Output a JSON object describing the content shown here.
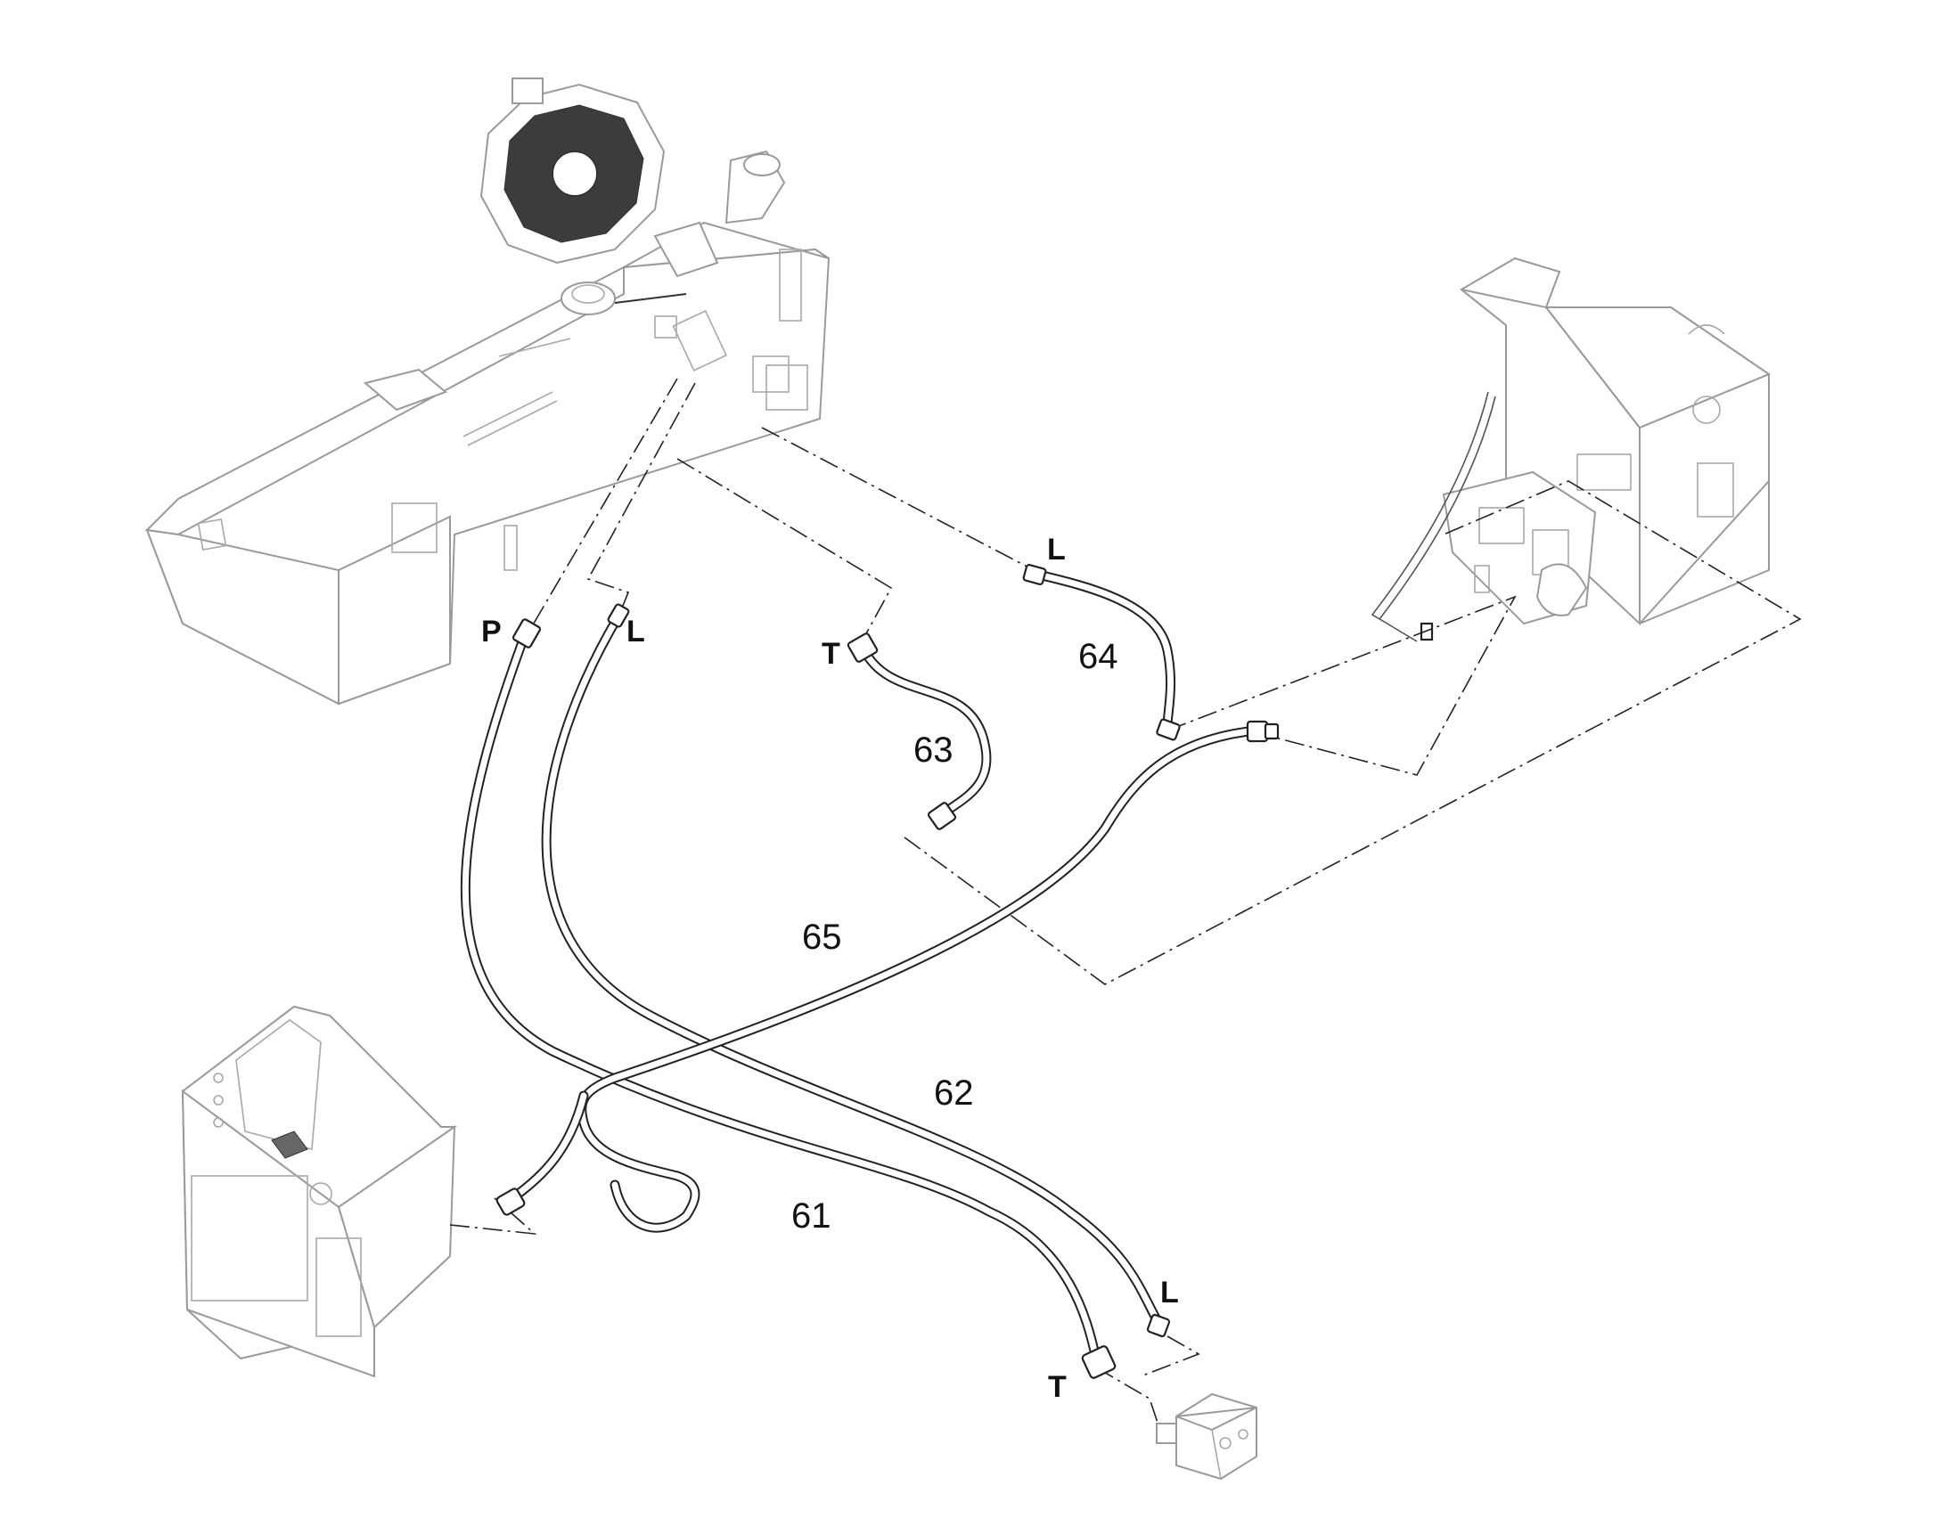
{
  "diagram": {
    "callouts": [
      {
        "id": "61",
        "text": "61"
      },
      {
        "id": "62",
        "text": "62"
      },
      {
        "id": "63",
        "text": "63"
      },
      {
        "id": "64",
        "text": "64"
      },
      {
        "id": "65",
        "text": "65"
      }
    ],
    "port_letters": [
      {
        "id": "p-top",
        "text": "P"
      },
      {
        "id": "l-top",
        "text": "L"
      },
      {
        "id": "t-mid",
        "text": "T"
      },
      {
        "id": "l-right",
        "text": "L"
      },
      {
        "id": "l-bottom",
        "text": "L"
      },
      {
        "id": "t-bottom",
        "text": "T"
      }
    ],
    "line_color": "#222222",
    "component_color": "#9a9a9a"
  }
}
